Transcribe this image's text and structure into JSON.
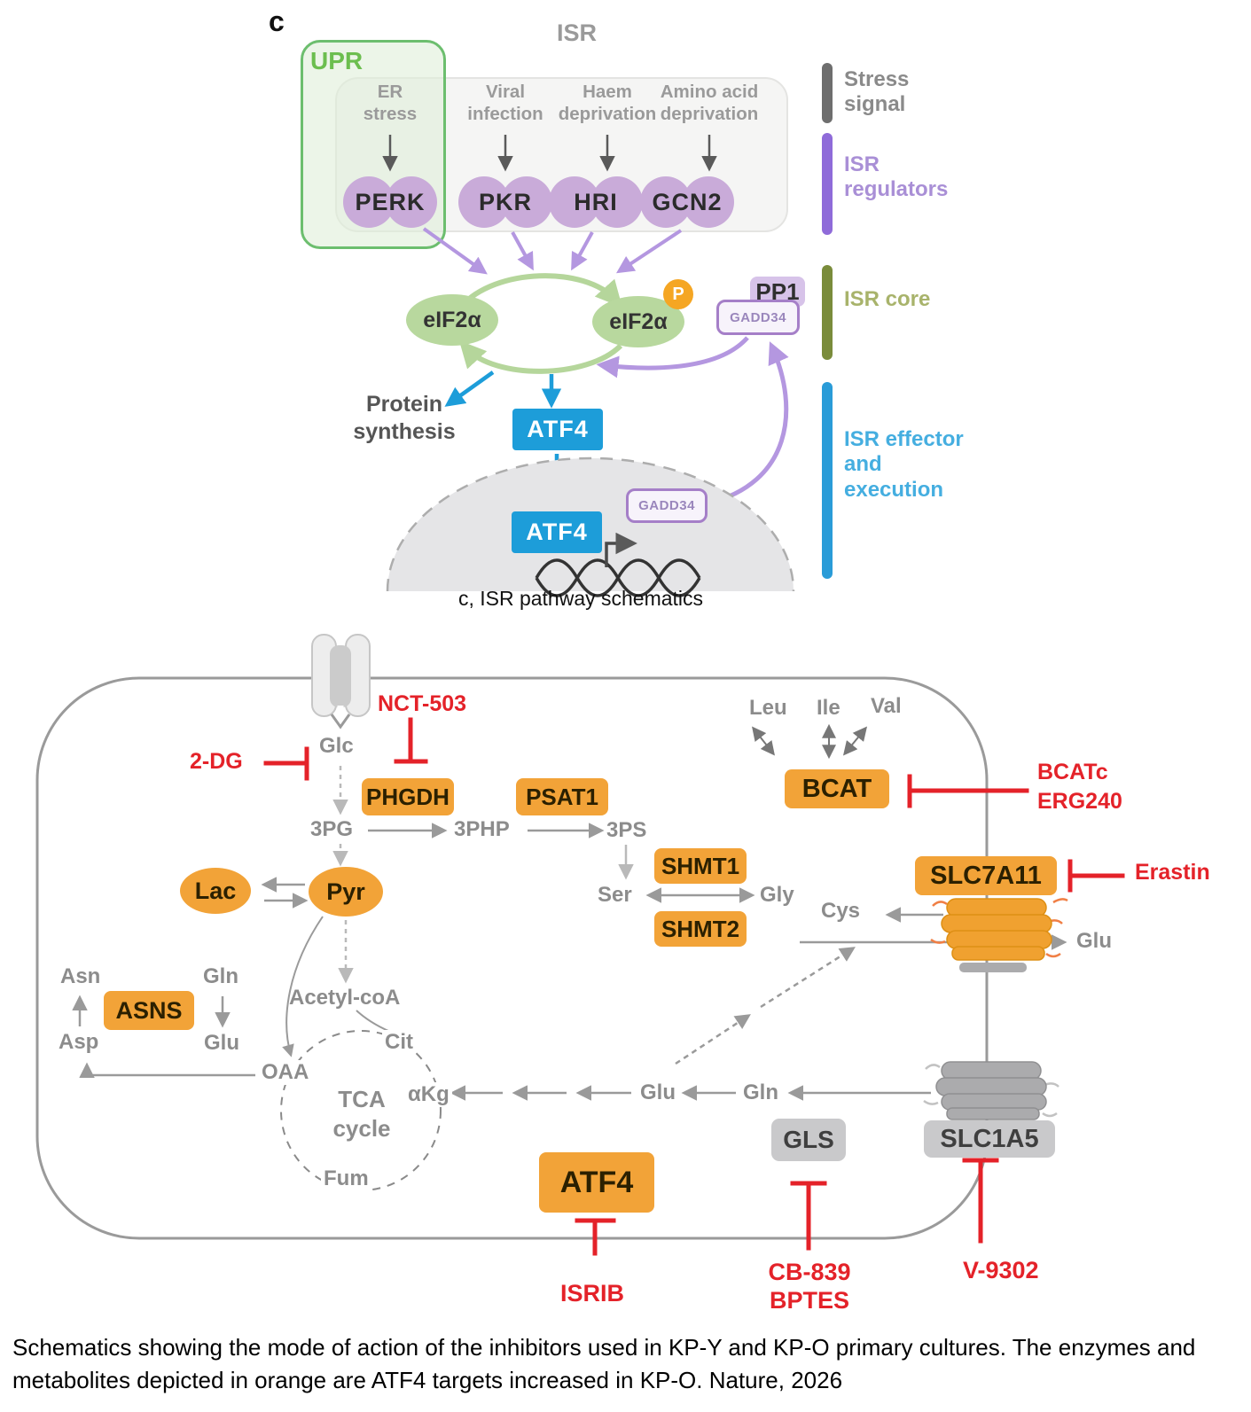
{
  "panel_c": {
    "panel_label": "c",
    "upr_label": "UPR",
    "isr_title": "ISR",
    "stressors": [
      {
        "stress": "ER stress",
        "kinase": "PERK"
      },
      {
        "stress": "Viral infection",
        "kinase": "PKR"
      },
      {
        "stress": "Haem deprivation",
        "kinase": "HRI"
      },
      {
        "stress": "Amino acid deprivation",
        "kinase": "GCN2"
      }
    ],
    "eif2a": "eIF2α",
    "eif2a_phos": "eIF2α",
    "phospho_badge": "P",
    "pp1_label": "PP1",
    "gadd34_cyto": "GADD34",
    "gadd34_nuc": "GADD34",
    "protein_synthesis": "Protein synthesis",
    "atf4_cyto": "ATF4",
    "atf4_nuc": "ATF4",
    "caption": "c, ISR pathway schematics",
    "legend": [
      {
        "label": "Stress signal",
        "bar_color": "#6E6E6E",
        "text_color": "#8A8A8A"
      },
      {
        "label": "ISR regulators",
        "bar_color": "#8F6BD9",
        "text_color": "#A98FD6"
      },
      {
        "label": "ISR core",
        "bar_color": "#7A8C3B",
        "text_color": "#A8B36B"
      },
      {
        "label": "ISR effector and execution",
        "bar_color": "#2A9CD8",
        "text_color": "#45AEE0"
      }
    ]
  },
  "metabolism": {
    "enzymes": {
      "phgdh": "PHGDH",
      "psat1": "PSAT1",
      "shmt1": "SHMT1",
      "shmt2": "SHMT2",
      "bcat": "BCAT",
      "asns": "ASNS",
      "gls": "GLS"
    },
    "transporters": {
      "slc7a11": "SLC7A11",
      "slc1a5": "SLC1A5"
    },
    "tf": {
      "atf4": "ATF4"
    },
    "metabolites": {
      "glc": "Glc",
      "pg3": "3PG",
      "php3": "3PHP",
      "ps3": "3PS",
      "ser": "Ser",
      "gly": "Gly",
      "lac": "Lac",
      "pyr": "Pyr",
      "leu": "Leu",
      "ile": "Ile",
      "val": "Val",
      "cys": "Cys",
      "glu_out": "Glu",
      "asn": "Asn",
      "asp": "Asp",
      "gln_left": "Gln",
      "glu_left": "Glu",
      "acetylcoa": "Acetyl-coA",
      "oaa": "OAA",
      "cit": "Cit",
      "akg": "αKg",
      "fum": "Fum",
      "tca": "TCA cycle",
      "glu_row": "Glu",
      "gln_row": "Gln"
    },
    "inhibitors": {
      "nct503": "NCT-503",
      "dg2": "2-DG",
      "bcatc": "BCATc",
      "erg240": "ERG240",
      "erastin": "Erastin",
      "isrib": "ISRIB",
      "cb839": "CB-839",
      "bptes": "BPTES",
      "v9302": "V-9302"
    }
  },
  "figure_caption": "Schematics showing the mode of action of the inhibitors used in KP-Y and KP-O primary cultures. The enzymes and metabolites depicted in orange are ATF4 targets increased in KP-O. Nature, 2026",
  "colors": {
    "orange": "#F2A338",
    "red": "#E42229",
    "gray_box": "#C9C9CB",
    "blue": "#1D9DD9",
    "green": "#B8D89E",
    "purple_node": "#C9ABD9",
    "purple_arrow": "#B497E0",
    "membrane": "#9A9A9A"
  }
}
